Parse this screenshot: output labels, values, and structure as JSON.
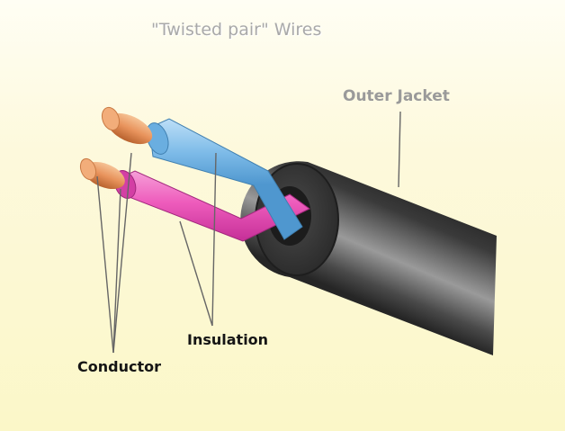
{
  "diagram": {
    "title": "\"Twisted pair\" Wires",
    "labels": {
      "outer_jacket": "Outer Jacket",
      "insulation": "Insulation",
      "conductor": "Conductor"
    },
    "colors": {
      "background": "#fbf7c8",
      "jacket": "#2e2e2e",
      "insulation_blue": "#7dbbe8",
      "insulation_pink": "#ee5cbc",
      "conductor_copper": "#e8935c",
      "leader_lines": "#666666",
      "label_text": "#151515",
      "title_text": "#a9a9a9"
    }
  }
}
